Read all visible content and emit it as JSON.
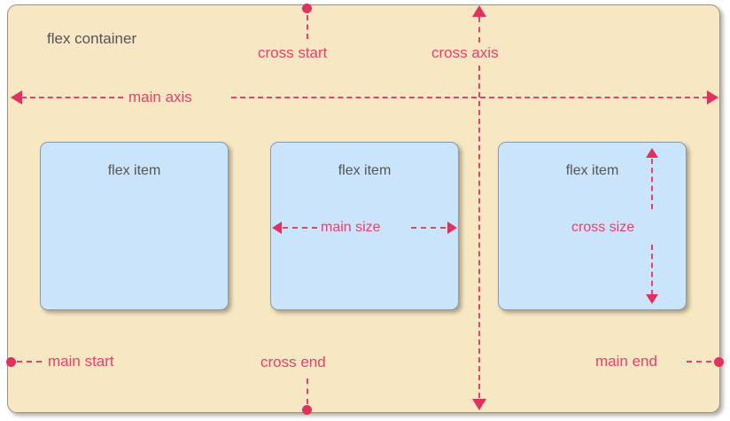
{
  "diagram": {
    "title": "flex container",
    "container": {
      "label": "flex container",
      "fill": "#f7e8c3",
      "border": "#9a9383"
    },
    "items": [
      {
        "label": "flex item"
      },
      {
        "label": "flex item"
      },
      {
        "label": "flex item"
      }
    ],
    "item_style": {
      "fill": "#cae4fb",
      "border": "#8a9aa8"
    },
    "annotations": {
      "main_axis": "main axis",
      "cross_axis": "cross axis",
      "cross_start": "cross start",
      "cross_end": "cross end",
      "main_start": "main start",
      "main_end": "main end",
      "main_size": "main size",
      "cross_size": "cross size"
    },
    "accent_color": "#e8416c",
    "arrow_color": "#e1315f",
    "text_color": "#555555"
  }
}
